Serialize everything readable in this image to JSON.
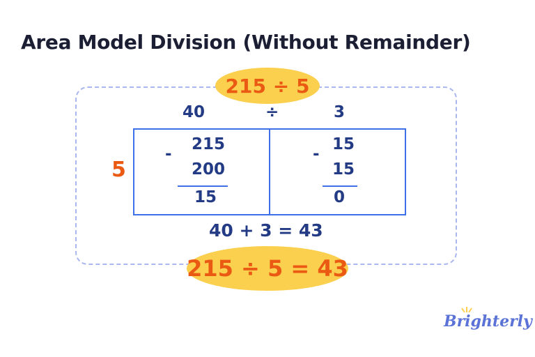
{
  "title": "Area Model Division (Without Remainder)",
  "problem": "215 ÷ 5",
  "header": {
    "left_quotient": "40",
    "operator": "÷",
    "right_quotient": "3"
  },
  "divisor": "5",
  "left_cell": {
    "minuend": "215",
    "subtrahend": "200",
    "minus": "-",
    "difference": "15"
  },
  "right_cell": {
    "minuend": "15",
    "subtrahend": "15",
    "minus": "-",
    "difference": "0"
  },
  "sum_line": "40 + 3 = 43",
  "answer": "215 ÷ 5 = 43",
  "brand": "Brighterly",
  "colors": {
    "navy": "#233a84",
    "orange": "#ea5a13",
    "yellow": "#fbd04f",
    "box_blue": "#3d6fe8",
    "dash": "#a9b7ee"
  }
}
